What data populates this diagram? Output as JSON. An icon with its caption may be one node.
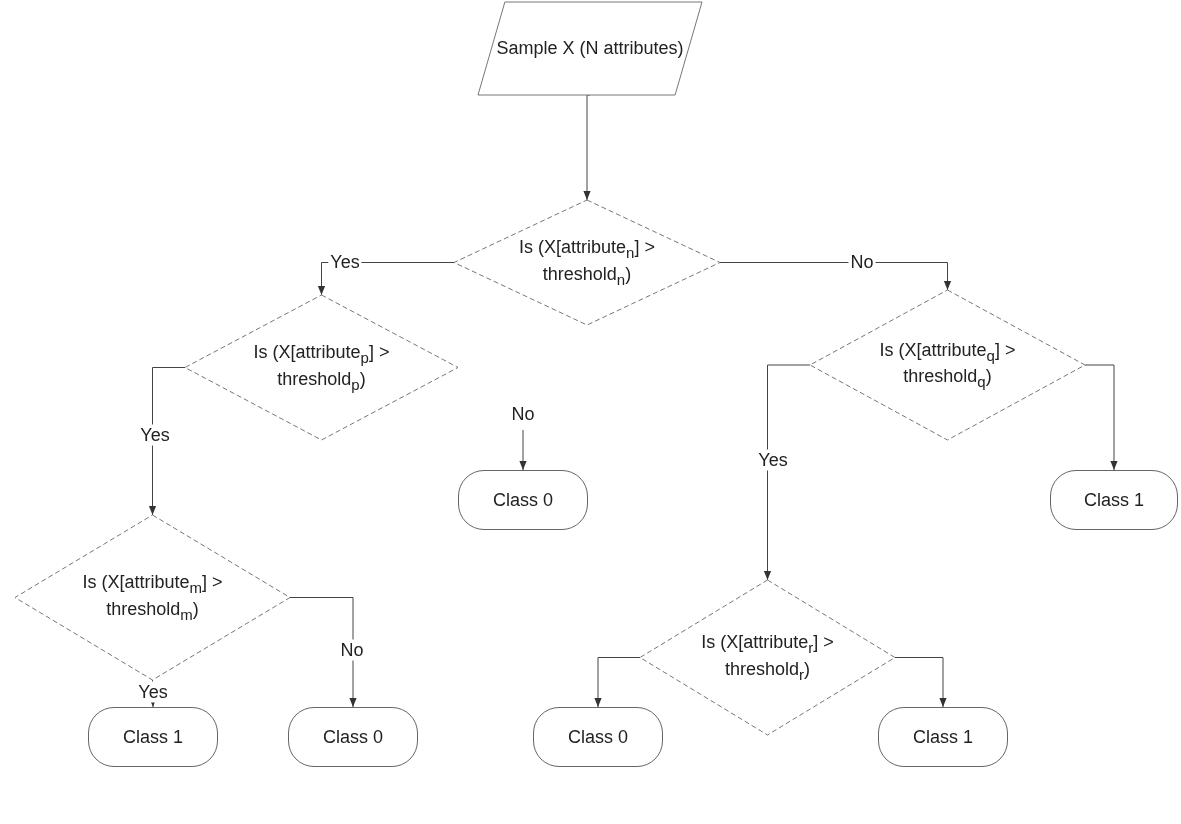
{
  "diagram": {
    "nodes": [
      {
        "text": [
          "Sample X (N attributes)"
        ]
      },
      {
        "text": [
          "Is (X[attribute$_{n}$] > threshold$_{n}$)"
        ]
      },
      {
        "text": [
          "Is (X[attribute$_{p}$] > threshold$_{p}$)"
        ]
      },
      {
        "text": [
          "Is (X[attribute$_{q}$] > threshold$_{q}$)"
        ]
      },
      {
        "text": [
          "Class 0"
        ]
      },
      {
        "text": [
          "Class 1"
        ]
      },
      {
        "text": [
          "Is (X[attribute$_{m}$] > threshold$_{m}$)"
        ]
      },
      {
        "text": [
          "Is (X[attribute$_{r}$] > threshold$_{r}$)"
        ]
      },
      {
        "text": [
          "Class 1"
        ]
      },
      {
        "text": [
          "Class 0"
        ]
      },
      {
        "text": [
          "Class 0"
        ]
      },
      {
        "text": [
          "Class 1"
        ]
      }
    ],
    "edges": [
      {
        "from": 0,
        "to": 1,
        "arrow": "to"
      },
      {
        "from": 1,
        "to": 2,
        "arrow": "to",
        "label": "Yes"
      },
      {
        "from": 1,
        "to": 3,
        "arrow": "to",
        "label": "No"
      },
      {
        "from": null,
        "to": 4,
        "arrow": "to",
        "label": "No"
      },
      {
        "from": 3,
        "to": 5,
        "arrow": "to"
      },
      {
        "from": 3,
        "to": 7,
        "arrow": "to",
        "label": "Yes"
      },
      {
        "from": 2,
        "to": 6,
        "arrow": "to",
        "label": "Yes"
      },
      {
        "from": 6,
        "to": 8,
        "arrow": "to",
        "label": "Yes"
      },
      {
        "from": 6,
        "to": 9,
        "arrow": "to",
        "label": "No"
      },
      {
        "from": 7,
        "to": 10,
        "arrow": "to"
      },
      {
        "from": 7,
        "to": 11,
        "arrow": "to"
      }
    ]
  }
}
